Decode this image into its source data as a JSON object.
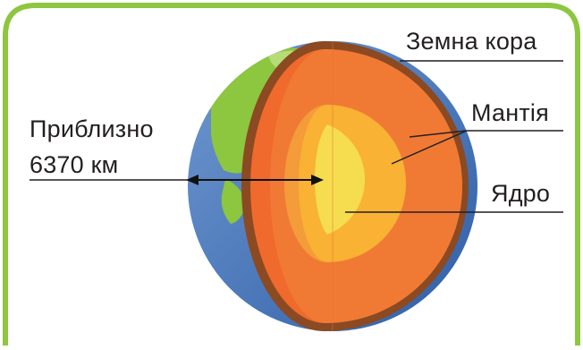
{
  "labels": {
    "crust": "Земна кора",
    "mantle": "Мантія",
    "core": "Ядро",
    "radius_line1": "Приблизно",
    "radius_line2": "6370 км"
  },
  "colors": {
    "frame_border": "#8dc63f",
    "ocean": "#3f6fb7",
    "land": "#8dc63f",
    "crust": "#8b4a22",
    "mantle_outer": "#f07a34",
    "mantle_inner": "#f49b3a",
    "outer_core": "#f9b233",
    "inner_core": "#f6dc4f"
  },
  "icons": {
    "radius_arrow": "double-headed-arrow-icon"
  }
}
